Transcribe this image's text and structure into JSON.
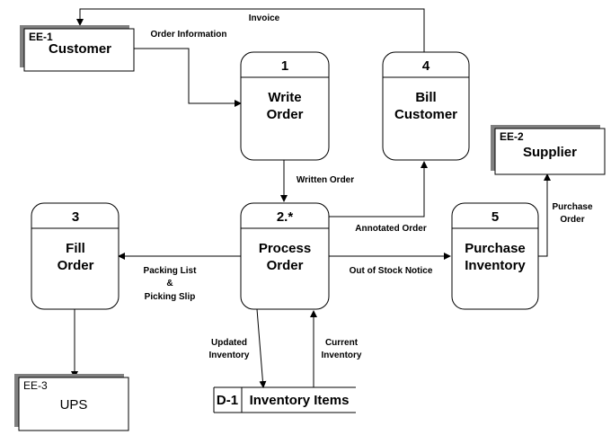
{
  "entities": {
    "customer": {
      "id": "EE-1",
      "name": "Customer"
    },
    "supplier": {
      "id": "EE-2",
      "name": "Supplier"
    },
    "ups": {
      "id": "EE-3",
      "name": "UPS"
    }
  },
  "processes": {
    "write_order": {
      "number": "1",
      "line1": "Write",
      "line2": "Order"
    },
    "process_order": {
      "number": "2.*",
      "line1": "Process",
      "line2": "Order"
    },
    "fill_order": {
      "number": "3",
      "line1": "Fill",
      "line2": "Order"
    },
    "bill_customer": {
      "number": "4",
      "line1": "Bill",
      "line2": "Customer"
    },
    "purchase_inventory": {
      "number": "5",
      "line1": "Purchase",
      "line2": "Inventory"
    }
  },
  "data_store": {
    "id": "D-1",
    "name": "Inventory Items"
  },
  "flows": {
    "invoice": "Invoice",
    "order_information": "Order Information",
    "written_order": "Written Order",
    "annotated_order": "Annotated Order",
    "packing_line1": "Packing List",
    "packing_line2": "&",
    "packing_line3": "Picking Slip",
    "out_of_stock": "Out of Stock Notice",
    "purchase_order_line1": "Purchase",
    "purchase_order_line2": "Order",
    "updated_line1": "Updated",
    "updated_line2": "Inventory",
    "current_line1": "Current",
    "current_line2": "Inventory"
  },
  "colors": {
    "line": "#000000",
    "shadow": "#808080",
    "background": "#ffffff"
  }
}
